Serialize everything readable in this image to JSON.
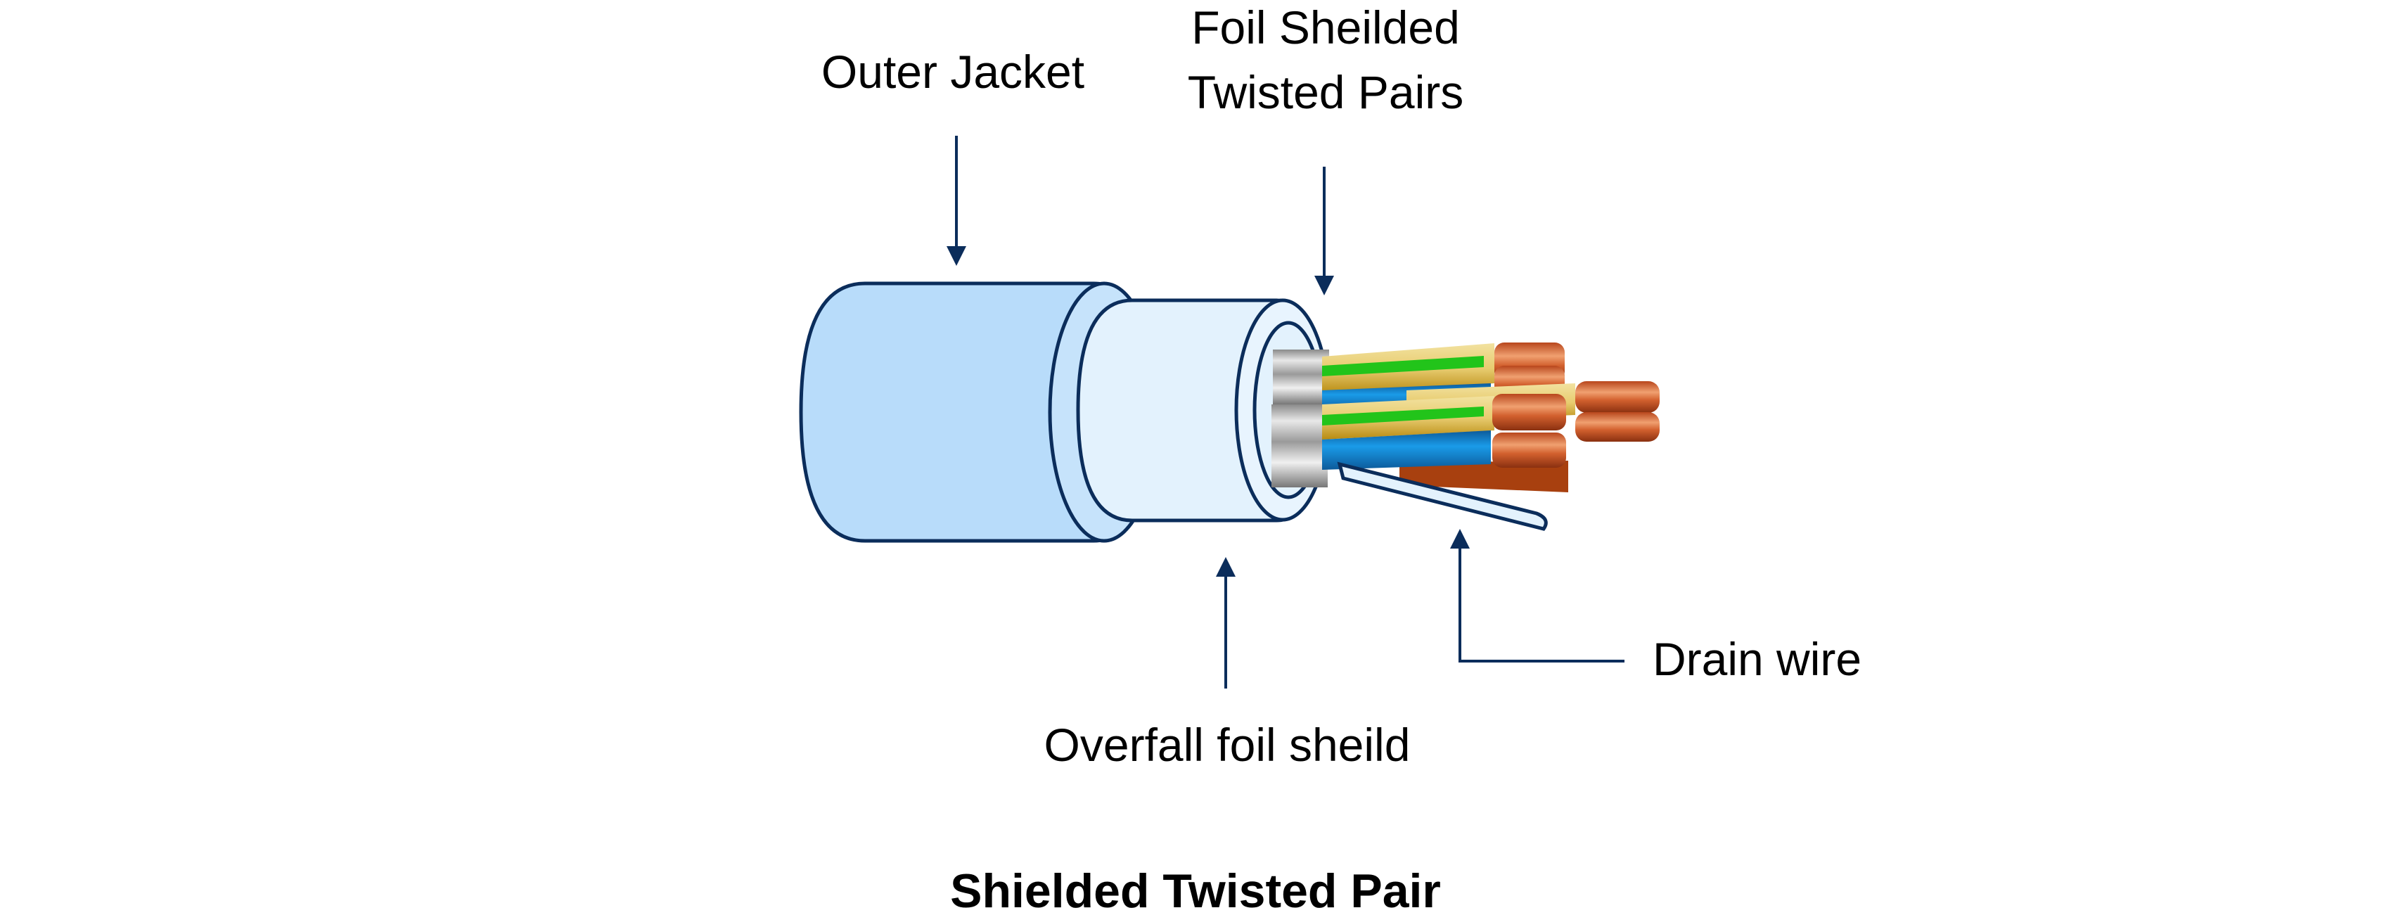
{
  "diagram": {
    "title": "Shielded Twisted Pair",
    "labels": {
      "outer_jacket": "Outer Jacket",
      "foil_shielded_line1": "Foil Sheilded",
      "foil_shielded_line2": "Twisted Pairs",
      "overall_foil_shield": "Overfall foil sheild",
      "drain_wire": "Drain wire"
    },
    "colors": {
      "outline": "#0b2d5b",
      "outer_jacket_fill": "#b8dcfa",
      "inner_shield_fill": "#e3f2fd",
      "copper": "#c8582a",
      "green": "#22c41a",
      "yellow": "#e8d48a",
      "blue": "#1582cf",
      "foil": "#b0b0b0"
    }
  }
}
